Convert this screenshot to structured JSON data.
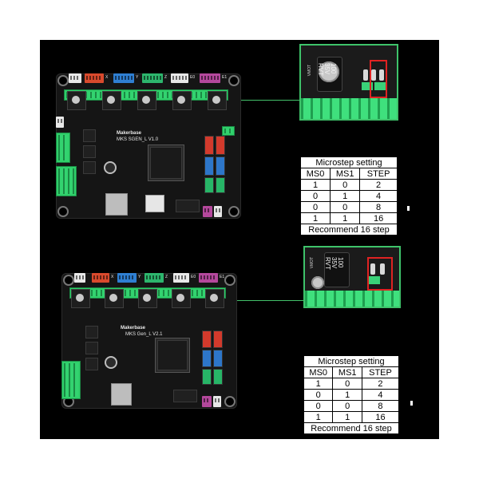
{
  "boards": [
    {
      "model_label": "MKS SGEN_L V1.0",
      "brand": "Makerbase",
      "top_labels": [
        "X",
        "Y",
        "Z",
        "E0",
        "E1"
      ]
    },
    {
      "model_label": "MKS Gen_L V2.1",
      "brand": "Makerbase",
      "top_labels": [
        "X",
        "Y",
        "Z",
        "E0",
        "E1"
      ]
    }
  ],
  "insets": [
    {
      "inductor_text": "100\n35V\nRVT",
      "label": "VMOT"
    },
    {
      "inductor_text": "100\n35V\nRVT",
      "label": "VMOT"
    }
  ],
  "tables": [
    {
      "title": "Microstep setting",
      "headers": [
        "MS0",
        "MS1",
        "STEP"
      ],
      "rows": [
        [
          "1",
          "0",
          "2"
        ],
        [
          "0",
          "1",
          "4"
        ],
        [
          "0",
          "0",
          "8"
        ],
        [
          "1",
          "1",
          "16"
        ]
      ],
      "footer": "Recommend 16 step"
    },
    {
      "title": "Microstep setting",
      "headers": [
        "MS0",
        "MS1",
        "STEP"
      ],
      "rows": [
        [
          "1",
          "0",
          "2"
        ],
        [
          "0",
          "1",
          "4"
        ],
        [
          "0",
          "0",
          "8"
        ],
        [
          "1",
          "1",
          "16"
        ]
      ],
      "footer": "Recommend 16 step"
    }
  ],
  "colors": {
    "background": "#000000",
    "pcb": "#151515",
    "terminal_green": "#2fcf6a",
    "link_line": "#43c16a",
    "jumper_highlight": "#e02222"
  }
}
